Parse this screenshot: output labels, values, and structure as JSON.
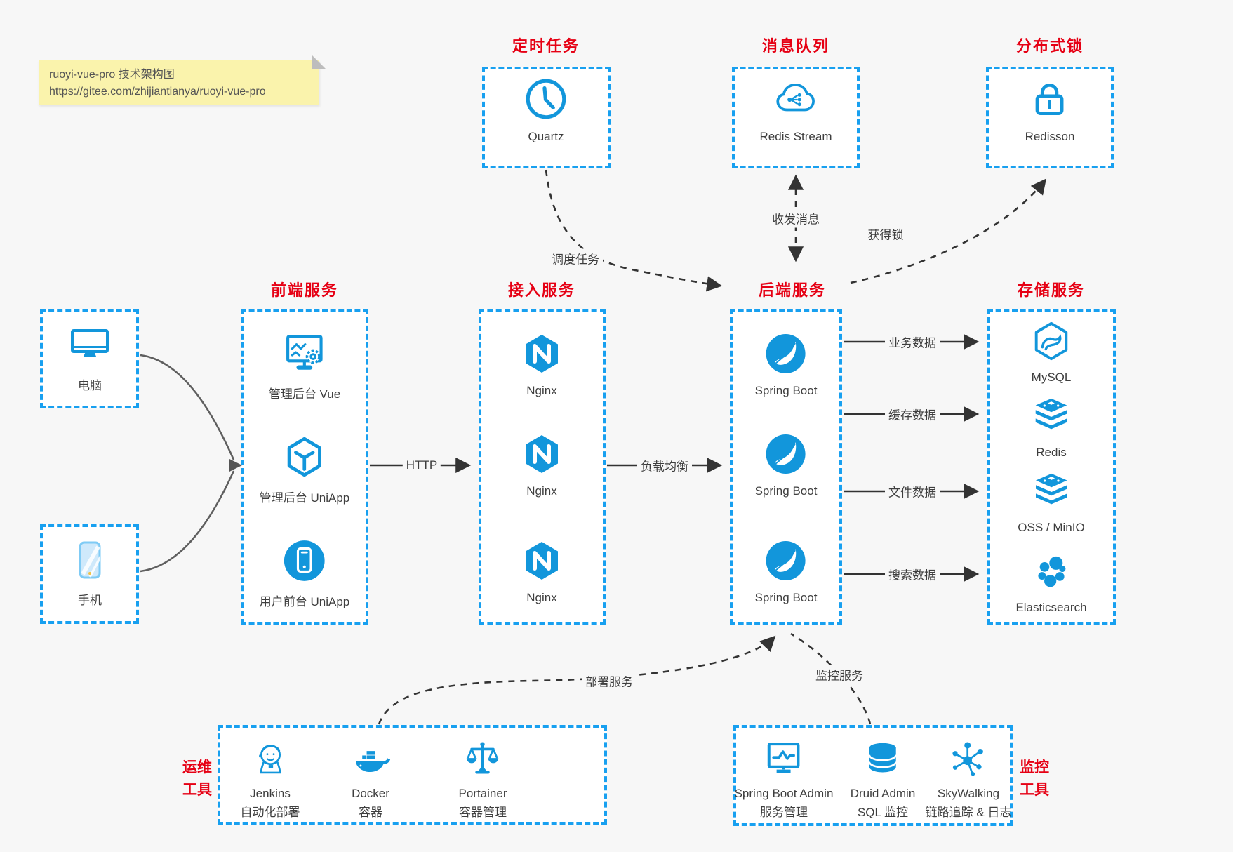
{
  "note": {
    "line1": "ruoyi-vue-pro 技术架构图",
    "line2": "https://gitee.com/zhijiantianya/ruoyi-vue-pro"
  },
  "colors": {
    "accent_blue": "#1296db",
    "border_blue": "#18a0f0",
    "title_red": "#e60014",
    "arrow_dark": "#333333",
    "note_bg": "#faf3ac"
  },
  "top_groups": [
    {
      "title": "定时任务",
      "item": {
        "label": "Quartz",
        "icon": "clock-icon"
      }
    },
    {
      "title": "消息队列",
      "item": {
        "label": "Redis Stream",
        "icon": "cloud-share-icon"
      }
    },
    {
      "title": "分布式锁",
      "item": {
        "label": "Redisson",
        "icon": "lock-icon"
      }
    }
  ],
  "clients": [
    {
      "label": "电脑",
      "icon": "desktop-icon"
    },
    {
      "label": "手机",
      "icon": "mobile-icon"
    }
  ],
  "columns": [
    {
      "title": "前端服务",
      "items": [
        {
          "label": "管理后台 Vue",
          "icon": "admin-vue-icon"
        },
        {
          "label": "管理后台 UniApp",
          "icon": "cube-icon"
        },
        {
          "label": "用户前台 UniApp",
          "icon": "phone-app-icon"
        }
      ]
    },
    {
      "title": "接入服务",
      "items": [
        {
          "label": "Nginx",
          "icon": "nginx-icon"
        },
        {
          "label": "Nginx",
          "icon": "nginx-icon"
        },
        {
          "label": "Nginx",
          "icon": "nginx-icon"
        }
      ]
    },
    {
      "title": "后端服务",
      "items": [
        {
          "label": "Spring Boot",
          "icon": "spring-icon"
        },
        {
          "label": "Spring Boot",
          "icon": "spring-icon"
        },
        {
          "label": "Spring Boot",
          "icon": "spring-icon"
        }
      ]
    },
    {
      "title": "存储服务",
      "items": [
        {
          "label": "MySQL",
          "icon": "mysql-icon"
        },
        {
          "label": "Redis",
          "icon": "redis-icon"
        },
        {
          "label": "OSS / MinIO",
          "icon": "oss-icon"
        },
        {
          "label": "Elasticsearch",
          "icon": "elasticsearch-icon"
        }
      ]
    }
  ],
  "bottom_groups": [
    {
      "title_lines": [
        "运维",
        "工具"
      ],
      "items": [
        {
          "name": "Jenkins",
          "desc": "自动化部署",
          "icon": "jenkins-icon"
        },
        {
          "name": "Docker",
          "desc": "容器",
          "icon": "docker-icon"
        },
        {
          "name": "Portainer",
          "desc": "容器管理",
          "icon": "portainer-icon"
        }
      ]
    },
    {
      "title_lines": [
        "监控",
        "工具"
      ],
      "items": [
        {
          "name": "Spring Boot Admin",
          "desc": "服务管理",
          "icon": "springbootadmin-icon"
        },
        {
          "name": "Druid Admin",
          "desc": "SQL 监控",
          "icon": "druid-icon"
        },
        {
          "name": "SkyWalking",
          "desc": "链路追踪 & 日志",
          "icon": "skywalking-icon"
        }
      ]
    }
  ],
  "edges": {
    "http": "HTTP",
    "load_balance": "负载均衡",
    "schedule": "调度任务",
    "message": "收发消息",
    "lock": "获得锁",
    "db": "业务数据",
    "cache": "缓存数据",
    "file": "文件数据",
    "search": "搜索数据",
    "deploy": "部署服务",
    "monitor": "监控服务"
  }
}
